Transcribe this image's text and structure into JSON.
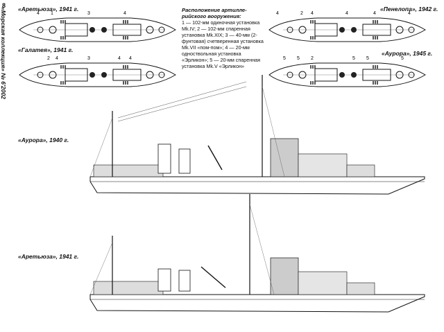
{
  "page": {
    "number": "8",
    "sidebar": "«Морская коллекция» № 6'2002"
  },
  "captions": {
    "top_left_1": "«Аретьюза», 1941 г.",
    "top_left_2": "«Галатея», 1941 г.",
    "top_right_1": "«Пенелопа», 1942 г.",
    "top_right_2": "«Аурора», 1945 г.",
    "profile_1": "«Аурора», 1940 г.",
    "profile_2": "«Аретьюза», 1941 г."
  },
  "legend": {
    "title": "Расположение артилле-рийского вооружения:",
    "text": "1 — 102-мм одиночная установка Mk.IV; 2 — 102-мм спаренная установка Mk.XIX; 3 — 40-мм (2-фунтовая) счетверенная установка Mk.VII «пом-пом»; 4 — 20-мм одноствольная установка «Эрликон»; 5 — 20-мм спаренная установка Mk.V «Эрликон»"
  },
  "plan_labels": {
    "plan1": [
      "4",
      "1",
      "3",
      "4"
    ],
    "plan2": [
      "2",
      "4",
      "3",
      "4",
      "4"
    ],
    "plan3": [
      "4",
      "2",
      "4",
      "4",
      "4",
      "4"
    ],
    "plan4": [
      "5",
      "5",
      "2",
      "5",
      "5",
      "5"
    ]
  }
}
